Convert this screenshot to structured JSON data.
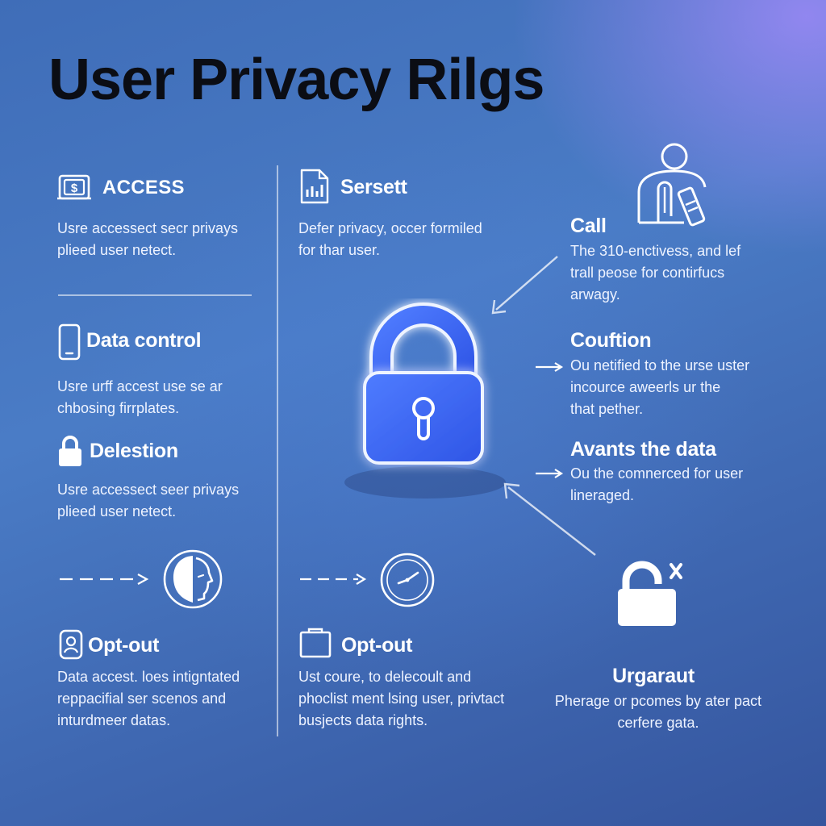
{
  "title": "User Privacy Rilgs",
  "left": {
    "access": {
      "heading": "ACCESS",
      "desc": [
        "Usre accessect secr privays",
        "plieed user netect."
      ]
    },
    "data_control": {
      "heading": "Data control",
      "desc": [
        "Usre urff accest use se ar",
        "chbosing firrplates."
      ]
    },
    "delestion": {
      "heading": "Delestion",
      "desc": [
        "Usre accessect seer privays",
        "plieed user netect."
      ]
    },
    "opt_out": {
      "heading": "Opt-out",
      "desc": [
        "Data accest. loes intigntated",
        "reppacifial ser scenos and",
        "inturdmeer datas."
      ]
    }
  },
  "middle": {
    "sersett": {
      "heading": "Sersett",
      "desc": [
        "Defer privacy, occer formiled",
        "for thar user."
      ]
    },
    "opt_out": {
      "heading": "Opt-out",
      "desc": [
        "Ust coure, to delecoult and",
        "phoclist ment lsing user, privtact",
        "busjects data rights."
      ]
    }
  },
  "right": {
    "call": {
      "heading": "Call",
      "desc": [
        "The 310-enctivess, and lef",
        "trall peose for contirfucs",
        "arwagy."
      ]
    },
    "coufiton": {
      "heading": "Couftion",
      "desc": [
        "Ou netified to the urse uster",
        "incource aweerls ur the",
        "that pether."
      ]
    },
    "avants": {
      "heading": "Avants the data",
      "desc": [
        "Ou the comnerced for user",
        "lineraged."
      ]
    },
    "urgaraut": {
      "heading": "Urgaraut",
      "desc": [
        "Pherage or pcomes by ater pact",
        "cerfere gata."
      ]
    }
  },
  "icons": {
    "access": "money-icon",
    "data_control": "smartphone-icon",
    "delestion": "lock-icon",
    "opt_out_left": "user-badge-icon",
    "sersett": "document-chart-icon",
    "opt_out_middle": "folder-icon",
    "call": "person-tag-icon",
    "unlocked": "unlocked-lock-icon",
    "face": "face-profile-icon",
    "clock": "clock-icon",
    "padlock": "padlock-icon"
  },
  "colors": {
    "accent": "#3b63ee",
    "title": "#0b0d14"
  }
}
